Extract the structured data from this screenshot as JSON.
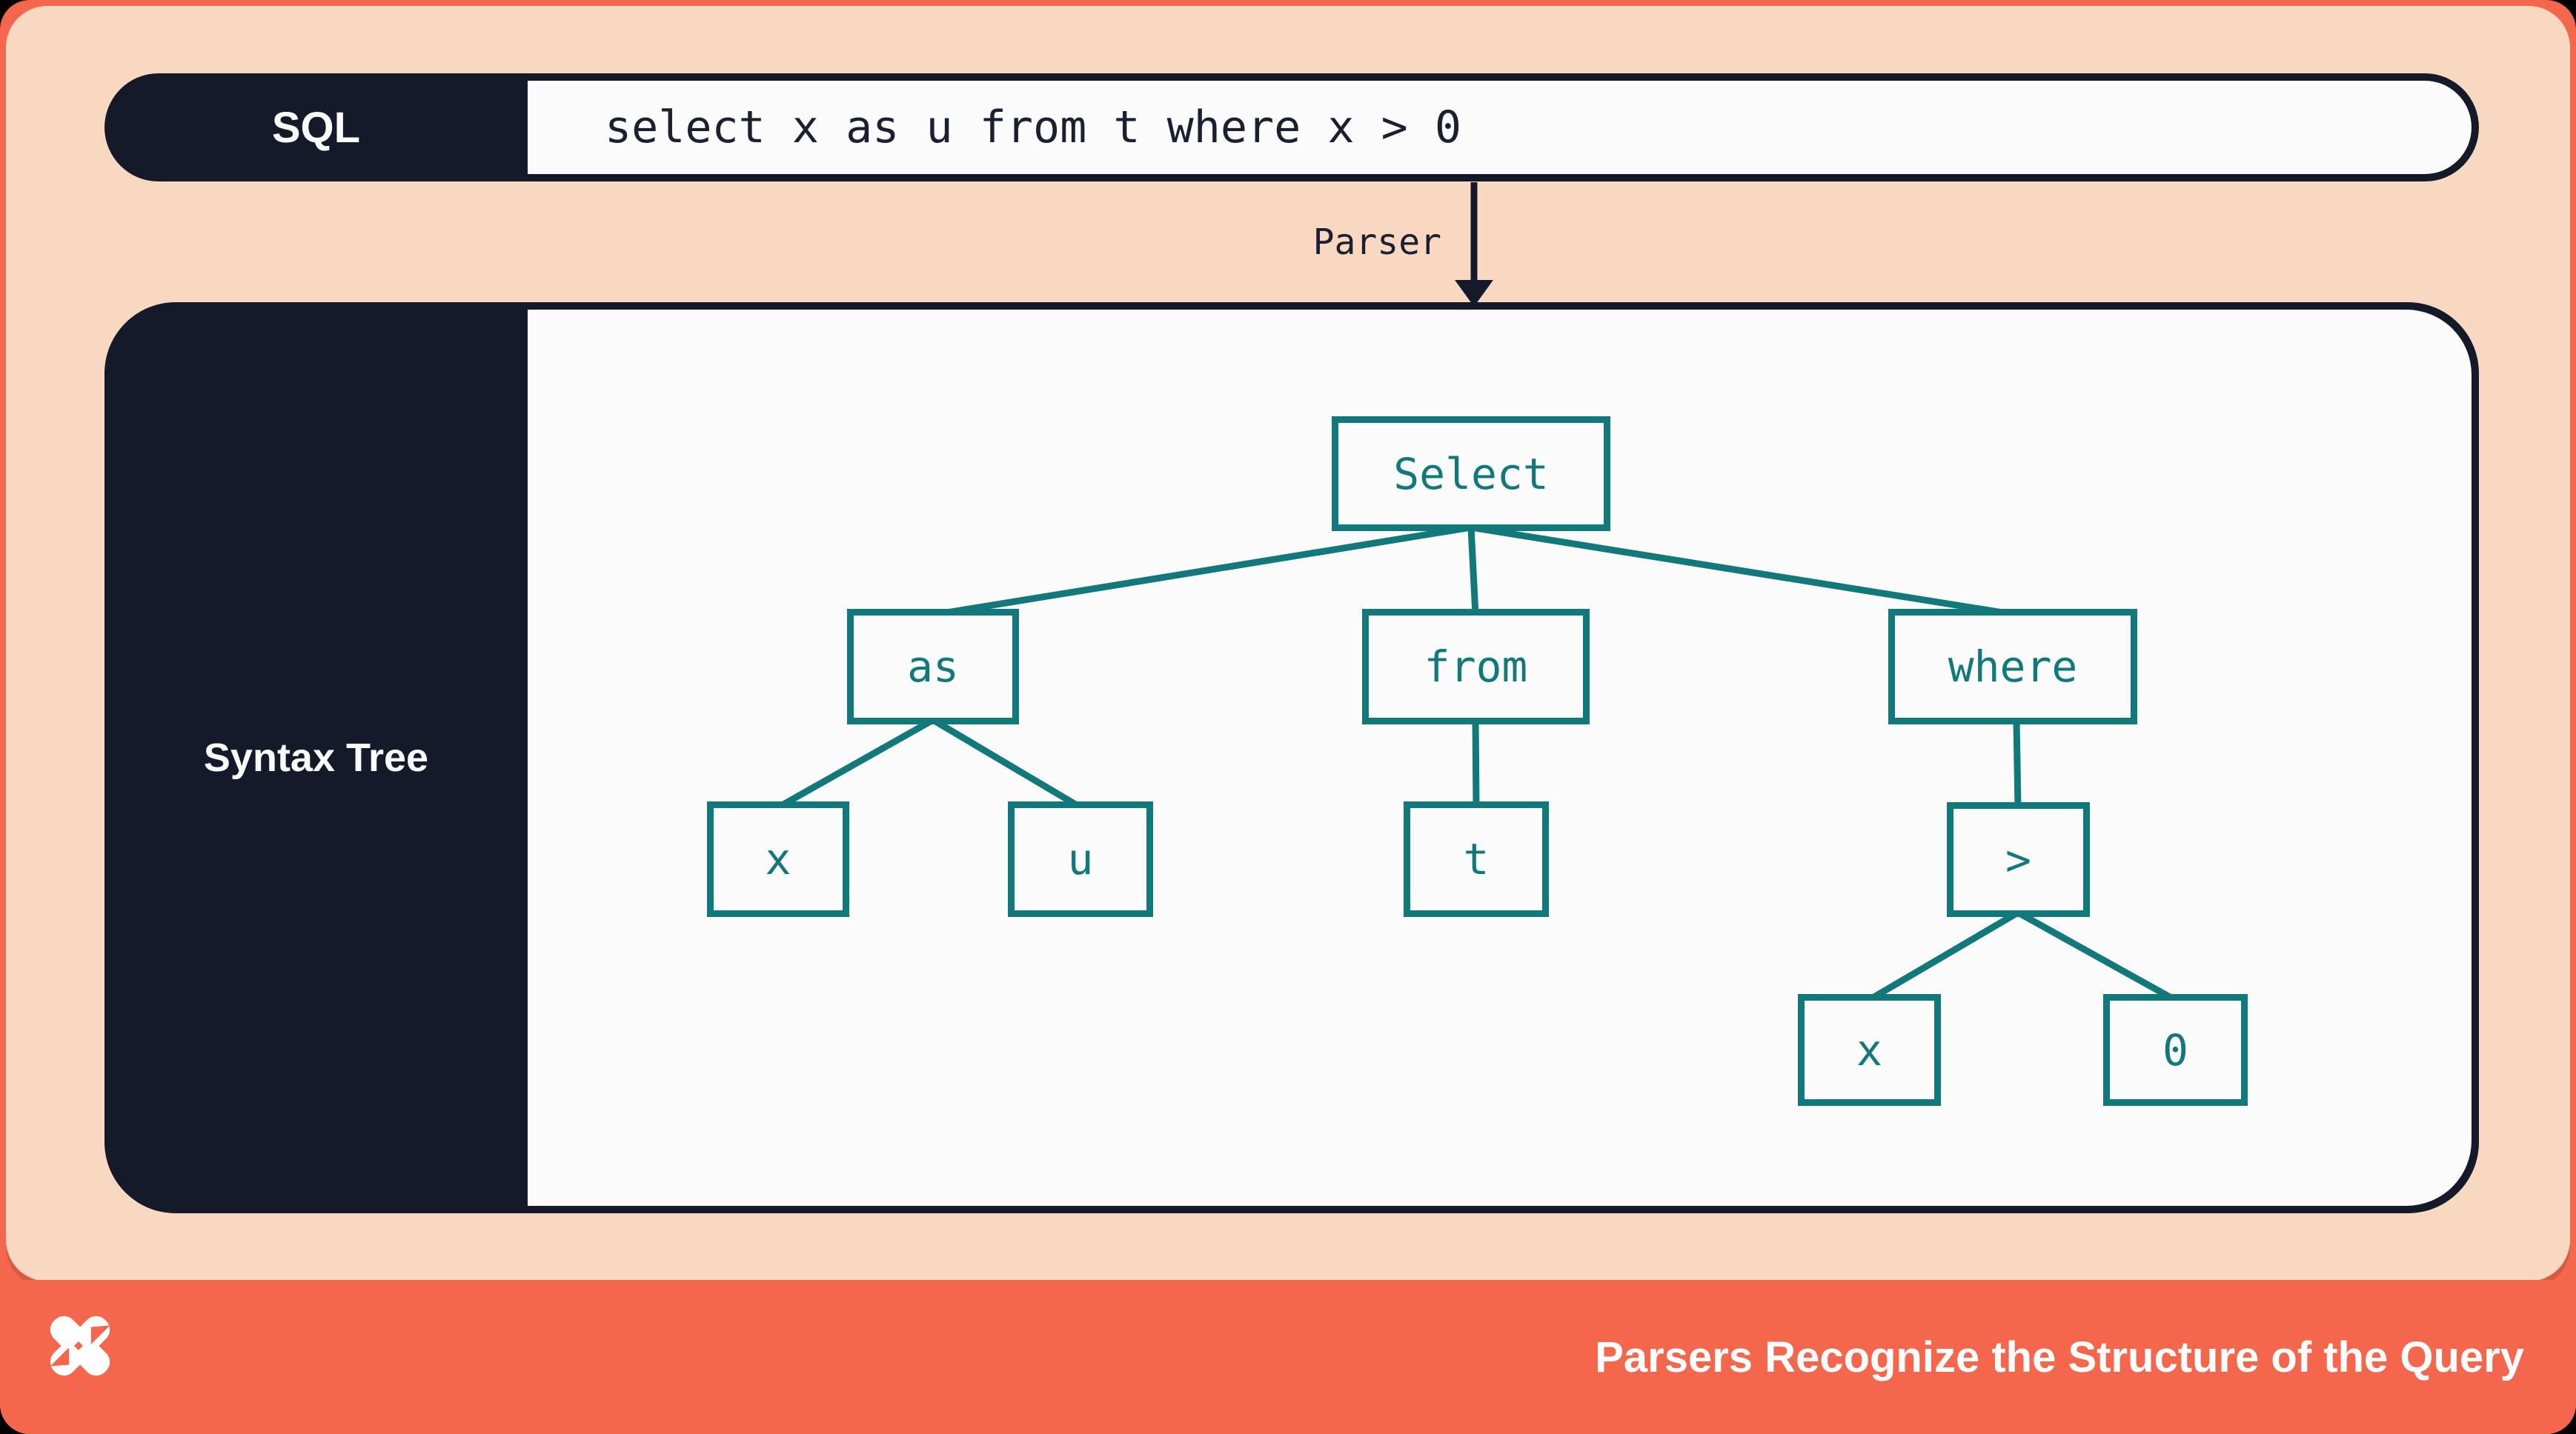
{
  "sql_bar": {
    "label": "SQL",
    "query": "select x as u from t where x > 0"
  },
  "parser": {
    "label": "Parser"
  },
  "syntax_tree": {
    "panel_label": "Syntax Tree",
    "nodes": {
      "select": "Select",
      "as": "as",
      "from": "from",
      "where": "where",
      "x_alias": "x",
      "u": "u",
      "t": "t",
      "gt": ">",
      "x_operand": "x",
      "zero": "0"
    },
    "edges": [
      [
        "Select",
        "as"
      ],
      [
        "Select",
        "from"
      ],
      [
        "Select",
        "where"
      ],
      [
        "as",
        "x"
      ],
      [
        "as",
        "u"
      ],
      [
        "from",
        "t"
      ],
      [
        "where",
        ">"
      ],
      [
        ">",
        "x"
      ],
      [
        ">",
        "0"
      ]
    ]
  },
  "footer": {
    "title": "Parsers Recognize the Structure of the Query",
    "logo_icon": "pinwheel-x-logo"
  },
  "colors": {
    "frame_orange": "#F5674C",
    "background_peach": "#F9D8C1",
    "dark_navy": "#141A29",
    "teal": "#11787C",
    "box_white": "#FBFBFB",
    "text_white": "#FFFFFF"
  }
}
